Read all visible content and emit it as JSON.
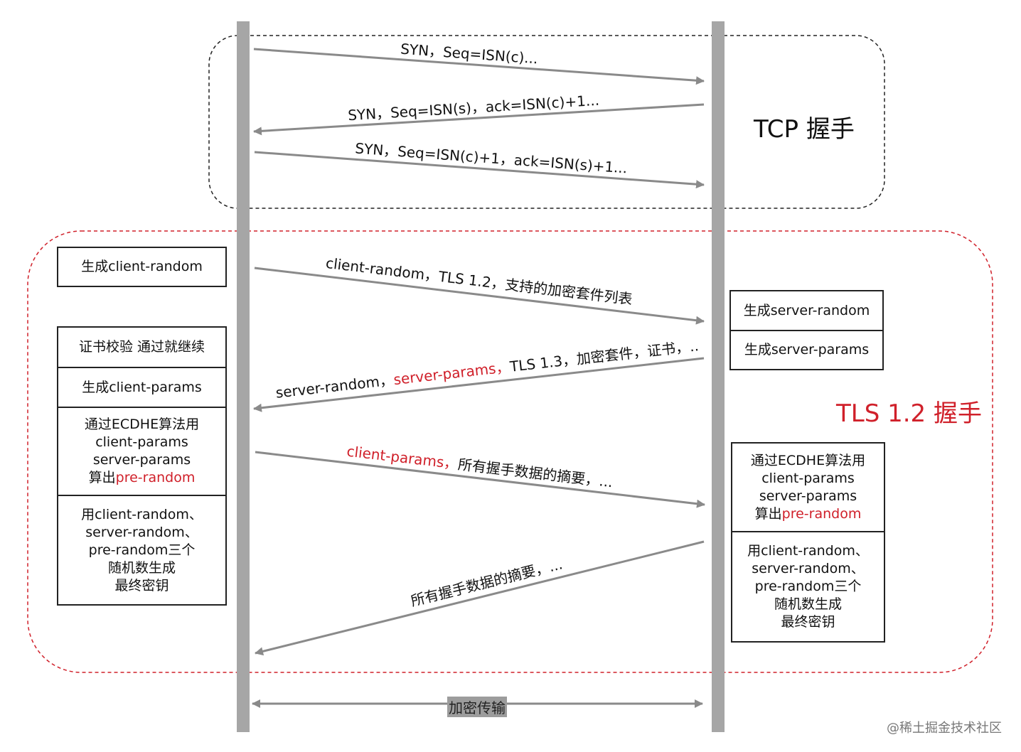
{
  "regions": {
    "tcp_title": "TCP 握手",
    "tls_title": "TLS 1.2 握手"
  },
  "messages": {
    "m1": "SYN，Seq=ISN(c)...",
    "m2": "SYN，Seq=ISN(s)，ack=ISN(c)+1...",
    "m3": "SYN，Seq=ISN(c)+1，ack=ISN(s)+1...",
    "m4": "client-random，TLS 1.2，支持的加密套件列表",
    "m5_a": "server-random，",
    "m5_b": "server-params，",
    "m5_c": "TLS 1.3，加密套件，证书，..",
    "m6_a": "client-params，",
    "m6_b": "所有握手数据的摘要，...",
    "m7": "所有握手数据的摘要，...",
    "m8": "加密传输"
  },
  "client": {
    "gen_random": "生成client-random",
    "cert_verify": "证书校验 通过就继续",
    "gen_params": "生成client-params",
    "ecdhe_1": "通过ECDHE算法用",
    "ecdhe_2": "client-params",
    "ecdhe_3": "server-params",
    "ecdhe_4a": "算出",
    "ecdhe_4b": "pre-random",
    "key_1": "用client-random、",
    "key_2": "server-random、",
    "key_3": "pre-random三个",
    "key_4": "随机数生成",
    "key_5": "最终密钥"
  },
  "server": {
    "gen_random": "生成server-random",
    "gen_params": "生成server-params",
    "ecdhe_1": "通过ECDHE算法用",
    "ecdhe_2": "client-params",
    "ecdhe_3": "server-params",
    "ecdhe_4a": "算出",
    "ecdhe_4b": "pre-random",
    "key_1": "用client-random、",
    "key_2": "server-random、",
    "key_3": "pre-random三个",
    "key_4": "随机数生成",
    "key_5": "最终密钥"
  },
  "watermark": "@稀土掘金技术社区",
  "colors": {
    "accent": "#d0202a",
    "lifeline": "#a6a6a6",
    "arrow": "#8a8a8a"
  }
}
